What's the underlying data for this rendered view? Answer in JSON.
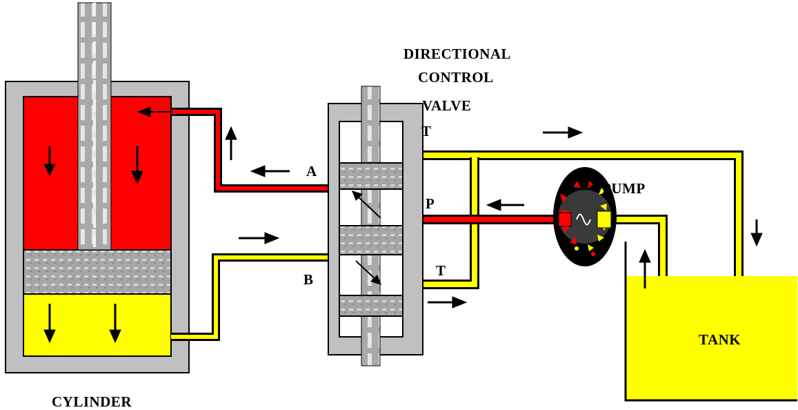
{
  "labels": {
    "title_lines": [
      "DIRECTIONAL",
      "CONTROL",
      "VALVE"
    ],
    "cylinder": "CYLINDER",
    "pump": "PUMP",
    "tank": "TANK",
    "port_a": "A",
    "port_b": "B",
    "port_p": "P",
    "port_t_top": "T",
    "port_t_bottom": "T"
  },
  "colors": {
    "pressure_line": "#ff0000",
    "return_line": "#ffff00",
    "body": "#c0c0c0",
    "outline": "#000000"
  }
}
